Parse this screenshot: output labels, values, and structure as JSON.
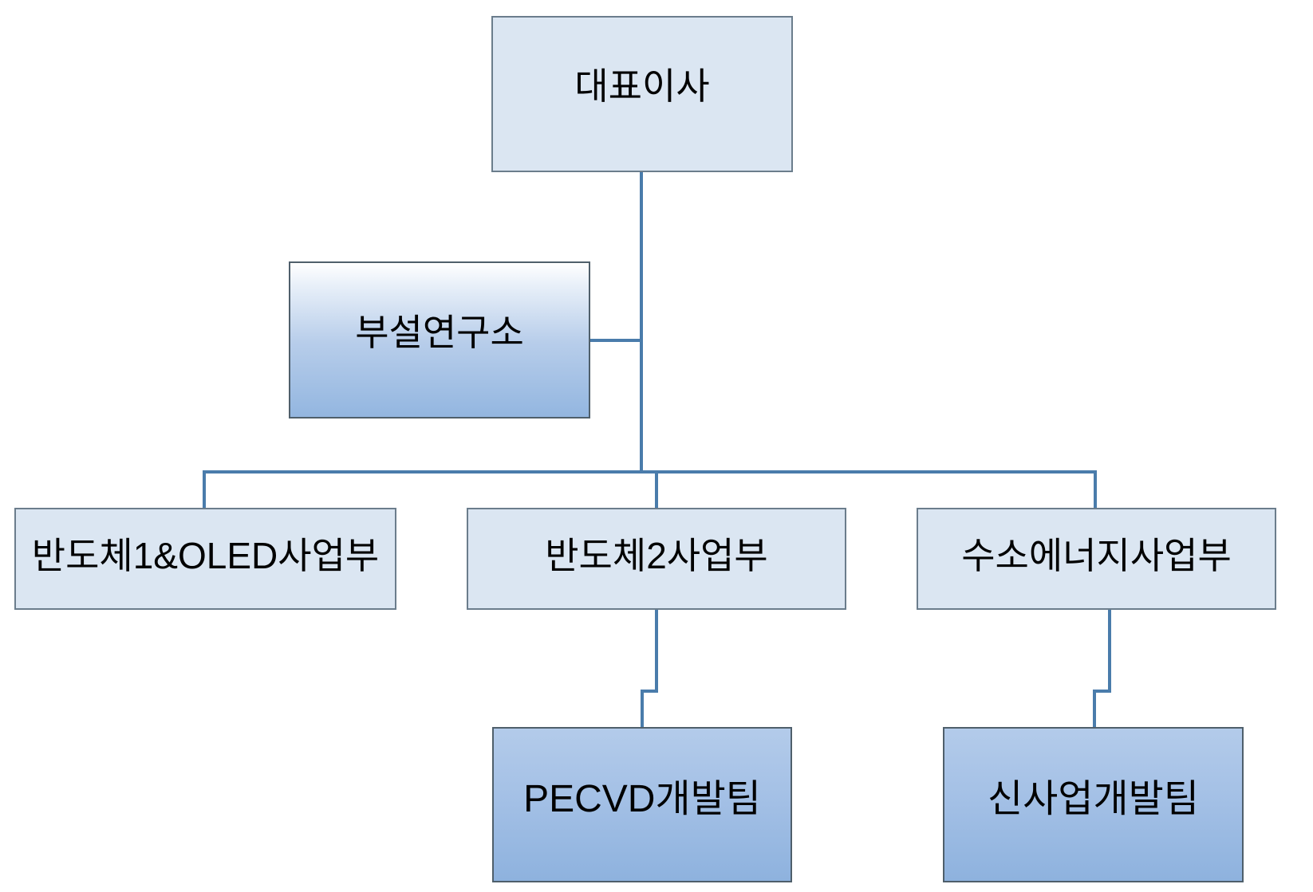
{
  "diagram": {
    "type": "org-chart",
    "nodes": {
      "ceo": {
        "label": "대표이사"
      },
      "research": {
        "label": "부설연구소"
      },
      "div1": {
        "label": "반도체1&OLED사업부"
      },
      "div2": {
        "label": "반도체2사업부"
      },
      "div3": {
        "label": "수소에너지사업부"
      },
      "team_pecvd": {
        "label": "PECVD개발팀"
      },
      "team_newbiz": {
        "label": "신사업개발팀"
      }
    },
    "edges": [
      {
        "from": "대표이사",
        "to": "부설연구소"
      },
      {
        "from": "대표이사",
        "to": "반도체1&OLED사업부"
      },
      {
        "from": "대표이사",
        "to": "반도체2사업부"
      },
      {
        "from": "대표이사",
        "to": "수소에너지사업부"
      },
      {
        "from": "반도체2사업부",
        "to": "PECVD개발팀"
      },
      {
        "from": "수소에너지사업부",
        "to": "신사업개발팀"
      }
    ],
    "colors": {
      "light_box_fill": "#dbe6f2",
      "light_box_border": "#6b7d8c",
      "gradient_box_top": "#ffffff",
      "gradient_box_bottom": "#8eb2de",
      "team_box_top": "#b3cbea",
      "team_box_bottom": "#8eb2de",
      "gradient_box_border": "#4f5f6b",
      "connector_line": "#4a7cab",
      "text": "#000000",
      "background": "#ffffff"
    }
  }
}
